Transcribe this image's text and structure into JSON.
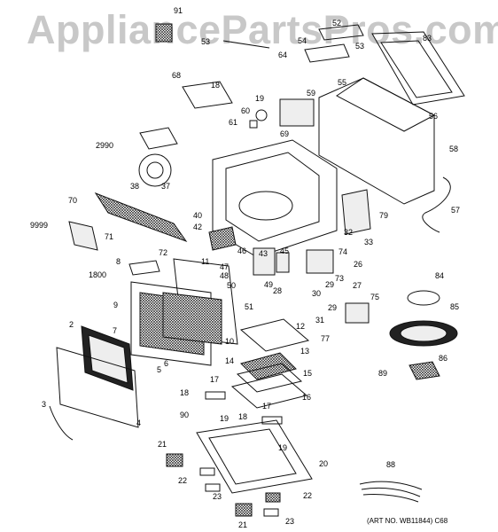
{
  "watermark": "AppliancePartsPros.com",
  "art_number": "(ART NO. WB11844) C68",
  "labels": [
    "91",
    "52",
    "53",
    "54",
    "53",
    "64",
    "83",
    "68",
    "18",
    "19",
    "55",
    "59",
    "56",
    "60",
    "61",
    "69",
    "58",
    "2990",
    "38",
    "37",
    "70",
    "40",
    "42",
    "79",
    "57",
    "9999",
    "71",
    "46",
    "32",
    "33",
    "74",
    "8",
    "72",
    "1800",
    "11",
    "43",
    "45",
    "47",
    "48",
    "50",
    "49",
    "26",
    "29",
    "73",
    "28",
    "27",
    "84",
    "9",
    "30",
    "75",
    "85",
    "2",
    "7",
    "29",
    "51",
    "31",
    "12",
    "77",
    "6",
    "5",
    "10",
    "13",
    "14",
    "15",
    "16",
    "89",
    "86",
    "18",
    "90",
    "17",
    "19",
    "3",
    "4",
    "17",
    "18",
    "19",
    "21",
    "20",
    "22",
    "23",
    "88",
    "21",
    "22",
    "23"
  ]
}
